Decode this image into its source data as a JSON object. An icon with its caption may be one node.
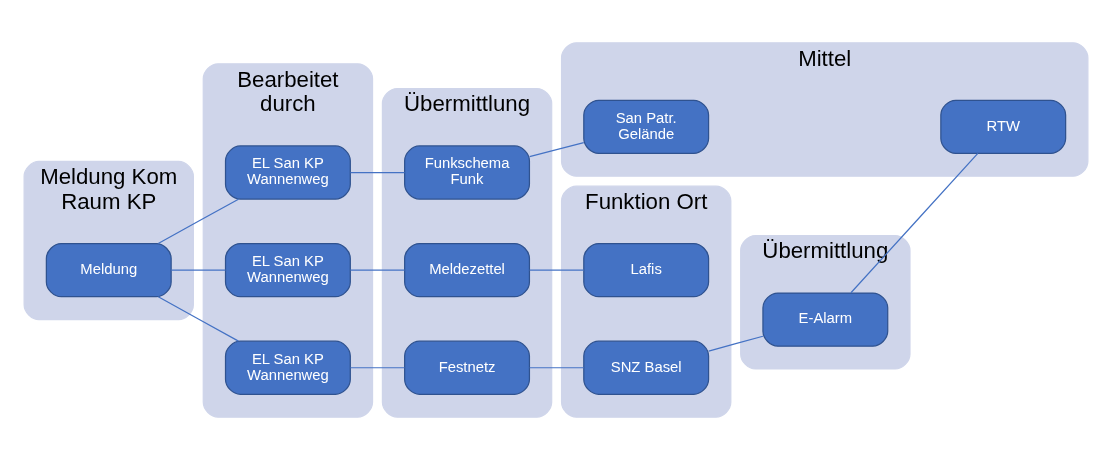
{
  "diagram": {
    "nodes": [
      {
        "text": [
          "Meldung Kom Raum KP"
        ]
      },
      {
        "text": [
          "Meldung"
        ],
        "in": 0
      },
      {
        "text": [
          "Bearbeitet durch"
        ]
      },
      {
        "text": [
          "EL San KP Wannenweg"
        ],
        "in": 2
      },
      {
        "text": [
          "EL San KP Wannenweg"
        ],
        "in": 2
      },
      {
        "text": [
          "EL San KP Wannenweg"
        ],
        "in": 2
      },
      {
        "text": [
          "Übermittlung"
        ]
      },
      {
        "text": [
          "Funkschema Funk"
        ],
        "in": 6
      },
      {
        "text": [
          "Meldezettel"
        ],
        "in": 6
      },
      {
        "text": [
          "Festnetz"
        ],
        "in": 6
      },
      {
        "text": [
          "Funktion Ort"
        ]
      },
      {
        "text": [
          "Lafis"
        ],
        "in": 10
      },
      {
        "text": [
          "SNZ Basel"
        ],
        "in": 10
      },
      {
        "text": [
          "Übermittlung"
        ]
      },
      {
        "text": [
          "E-Alarm"
        ],
        "in": 13
      },
      {
        "text": [
          "Mittel"
        ]
      },
      {
        "text": [
          "San Patr. Gelände"
        ],
        "in": 15
      },
      {
        "text": [
          "RTW"
        ],
        "in": 15
      }
    ],
    "edges": [
      {
        "from": 1,
        "to": 3,
        "arrow": "none"
      },
      {
        "from": 1,
        "to": 4,
        "arrow": "none"
      },
      {
        "from": 1,
        "to": 5,
        "arrow": "none"
      },
      {
        "from": 3,
        "to": 7,
        "arrow": "none"
      },
      {
        "from": 7,
        "to": 16,
        "arrow": "none"
      },
      {
        "from": 4,
        "to": 8,
        "arrow": "none"
      },
      {
        "from": 8,
        "to": 11,
        "arrow": "none"
      },
      {
        "from": 5,
        "to": 9,
        "arrow": "none"
      },
      {
        "from": 9,
        "to": 12,
        "arrow": "none"
      },
      {
        "from": 12,
        "to": 14,
        "arrow": "none"
      },
      {
        "from": 14,
        "to": 17,
        "arrow": "none"
      }
    ]
  }
}
